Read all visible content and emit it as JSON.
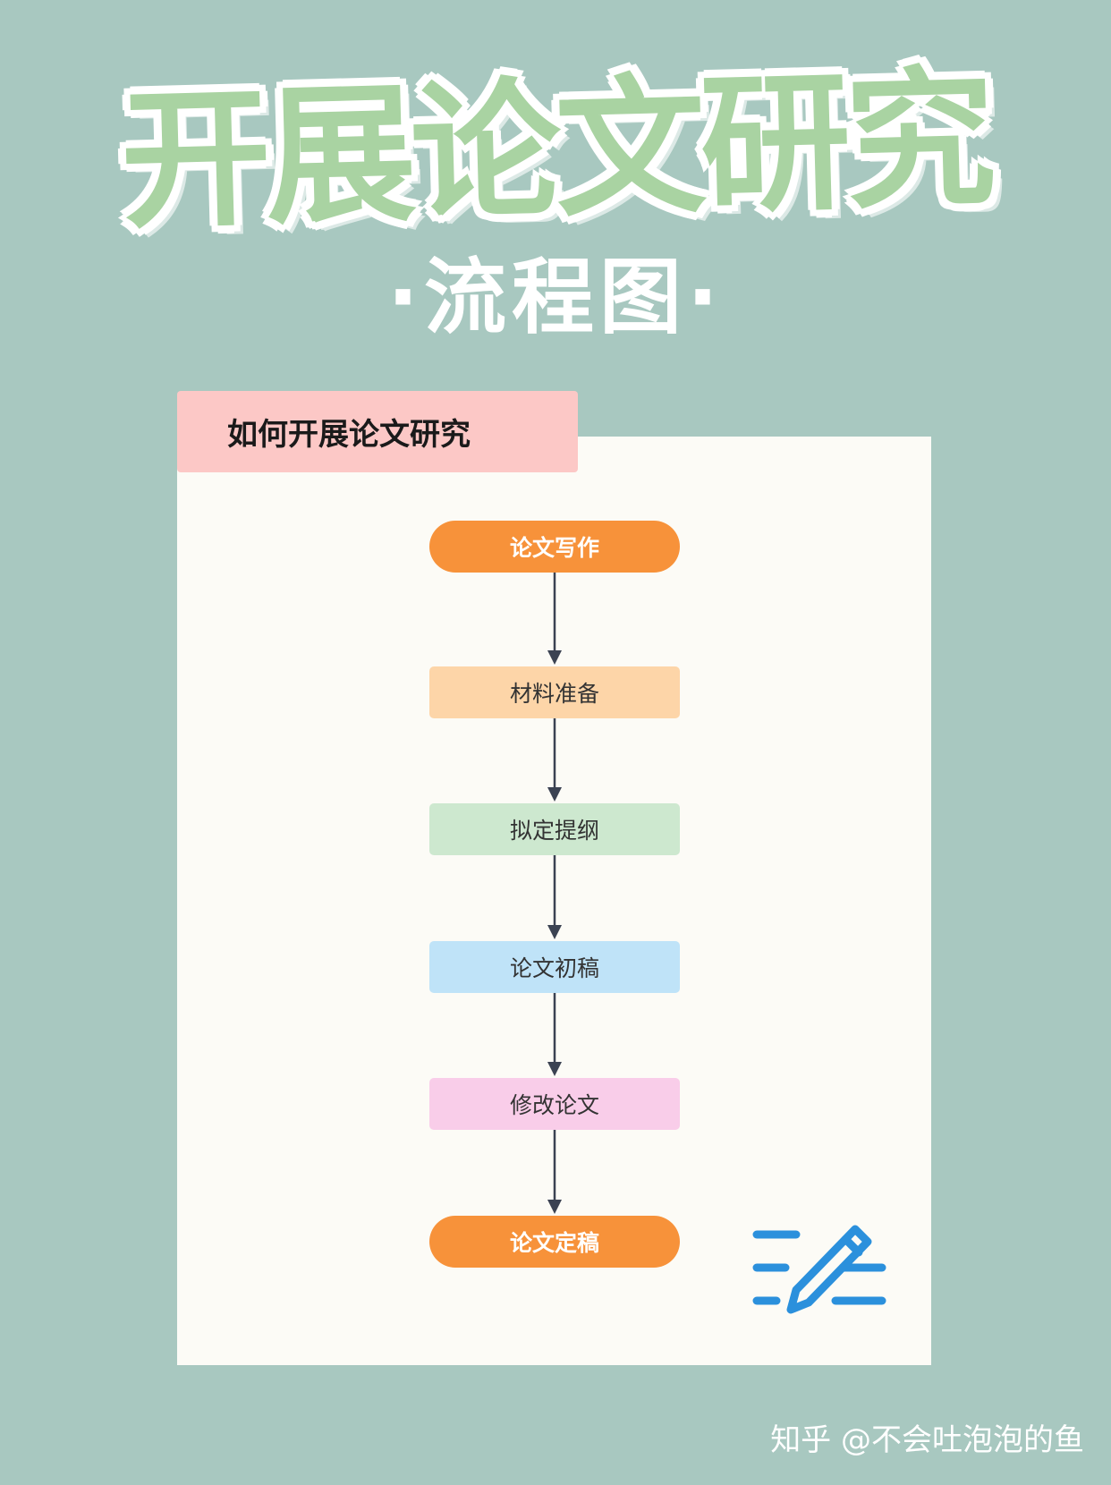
{
  "header": {
    "title": "开展论文研究",
    "subtitle": "·流程图·"
  },
  "card": {
    "tab_title": "如何开展论文研究"
  },
  "flow": {
    "nodes": [
      {
        "label": "论文写作",
        "shape": "pill",
        "color": "#f7923a"
      },
      {
        "label": "材料准备",
        "shape": "rect",
        "color": "#fdd5a8"
      },
      {
        "label": "拟定提纲",
        "shape": "rect",
        "color": "#cde8cf"
      },
      {
        "label": "论文初稿",
        "shape": "rect",
        "color": "#bfe3f8"
      },
      {
        "label": "修改论文",
        "shape": "rect",
        "color": "#f9cde9"
      },
      {
        "label": "论文定稿",
        "shape": "pill",
        "color": "#f7923a"
      }
    ],
    "arrow_color": "#3b4252"
  },
  "icons": {
    "pen": "pen-writing-icon",
    "pen_color": "#2b90dc"
  },
  "watermark": "知乎 @不会吐泡泡的鱼",
  "colors": {
    "background": "#a8c8c0",
    "title_fill": "#a9d3a2",
    "tab": "#fcc8c6",
    "card": "#fcfbf6"
  }
}
